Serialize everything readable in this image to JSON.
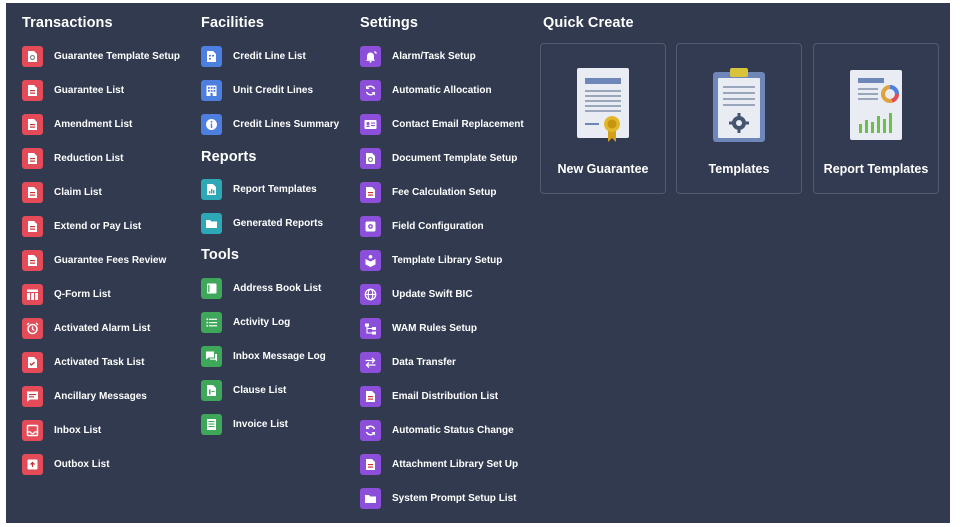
{
  "transactions": {
    "heading": "Transactions",
    "items": [
      {
        "label": "Guarantee Template Setup",
        "icon": "document-template-icon"
      },
      {
        "label": "Guarantee List",
        "icon": "document-icon"
      },
      {
        "label": "Amendment List",
        "icon": "document-icon"
      },
      {
        "label": "Reduction List",
        "icon": "document-icon"
      },
      {
        "label": "Claim List",
        "icon": "document-icon"
      },
      {
        "label": "Extend or Pay List",
        "icon": "document-icon"
      },
      {
        "label": "Guarantee Fees Review",
        "icon": "document-icon"
      },
      {
        "label": "Q-Form List",
        "icon": "table-icon"
      },
      {
        "label": "Activated Alarm List",
        "icon": "alarm-clock-icon"
      },
      {
        "label": "Activated Task List",
        "icon": "task-document-icon"
      },
      {
        "label": "Ancillary Messages",
        "icon": "message-icon"
      },
      {
        "label": "Inbox List",
        "icon": "inbox-icon"
      },
      {
        "label": "Outbox List",
        "icon": "outbox-icon"
      }
    ]
  },
  "facilities": {
    "heading": "Facilities",
    "items": [
      {
        "label": "Credit Line List",
        "icon": "credit-line-icon"
      },
      {
        "label": "Unit Credit Lines",
        "icon": "building-icon"
      },
      {
        "label": "Credit Lines Summary",
        "icon": "info-icon"
      }
    ]
  },
  "reports": {
    "heading": "Reports",
    "items": [
      {
        "label": "Report Templates",
        "icon": "report-chart-icon"
      },
      {
        "label": "Generated Reports",
        "icon": "folder-icon"
      }
    ]
  },
  "tools": {
    "heading": "Tools",
    "items": [
      {
        "label": "Address Book List",
        "icon": "address-book-icon"
      },
      {
        "label": "Activity Log",
        "icon": "list-icon"
      },
      {
        "label": "Inbox Message Log",
        "icon": "chat-icon"
      },
      {
        "label": "Clause List",
        "icon": "clause-document-icon"
      },
      {
        "label": "Invoice List",
        "icon": "invoice-icon"
      }
    ]
  },
  "settings": {
    "heading": "Settings",
    "items": [
      {
        "label": "Alarm/Task Setup",
        "icon": "alarm-bell-icon"
      },
      {
        "label": "Automatic Allocation",
        "icon": "refresh-icon"
      },
      {
        "label": "Contact Email Replacement",
        "icon": "contact-card-icon"
      },
      {
        "label": "Document Template Setup",
        "icon": "document-template-icon"
      },
      {
        "label": "Fee Calculation Setup",
        "icon": "document-icon"
      },
      {
        "label": "Field Configuration",
        "icon": "gear-icon"
      },
      {
        "label": "Template Library Setup",
        "icon": "library-icon"
      },
      {
        "label": "Update Swift BIC",
        "icon": "globe-icon"
      },
      {
        "label": "WAM Rules Setup",
        "icon": "hierarchy-icon"
      },
      {
        "label": "Data Transfer",
        "icon": "transfer-arrows-icon"
      },
      {
        "label": "Email Distribution List",
        "icon": "document-icon"
      },
      {
        "label": "Automatic Status Change",
        "icon": "refresh-icon"
      },
      {
        "label": "Attachment Library Set Up",
        "icon": "document-icon"
      },
      {
        "label": "System Prompt Setup List",
        "icon": "folder-icon"
      }
    ]
  },
  "quick_create": {
    "heading": "Quick Create",
    "cards": [
      {
        "label": "New Guarantee",
        "icon": "certificate-icon"
      },
      {
        "label": "Templates",
        "icon": "clipboard-gear-icon"
      },
      {
        "label": "Report Templates",
        "icon": "report-chart-icon"
      }
    ]
  },
  "colors": {
    "panel_background": "#313a4f",
    "transactions_icon": "#e24b57",
    "facilities_icon": "#4d7fe0",
    "reports_icon": "#2fa8b6",
    "tools_icon": "#3ea75a",
    "settings_icon": "#8b4fd9"
  }
}
